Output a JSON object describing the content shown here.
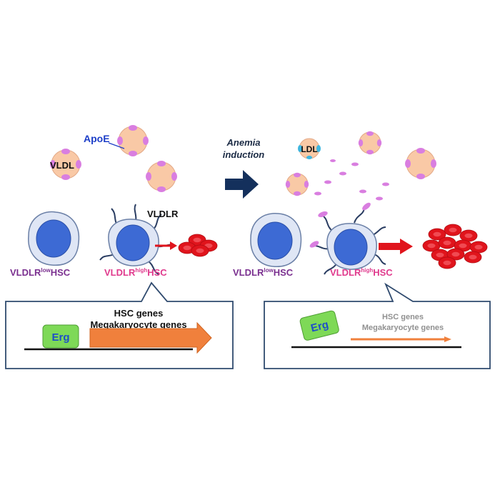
{
  "labels": {
    "apoe": "ApoE",
    "vldl": "VLDL",
    "ldl": "LDL",
    "anemia_line1": "Anemia",
    "anemia_line2": "induction",
    "vldlr": "VLDLR",
    "left_low_main": "VLDLR",
    "left_low_sup": "low",
    "left_low_tail": "HSC",
    "left_high_main": "VLDLR",
    "left_high_sup": "high",
    "left_high_tail": "HSC",
    "right_low_main": "VLDLR",
    "right_low_sup": "low",
    "right_low_tail": "HSC",
    "right_high_main": "VLDLR",
    "right_high_sup": "high",
    "right_high_tail": "HSC"
  },
  "panels": {
    "left": {
      "erg": "Erg",
      "genes_line1": "HSC genes",
      "genes_line2": "Megakaryocyte genes"
    },
    "right": {
      "erg": "Erg",
      "genes_line1": "HSC genes",
      "genes_line2": "Megakaryocyte genes"
    }
  },
  "colors": {
    "lipoprotein_fill": "#f9c9a6",
    "apoe_patch": "#d97ee0",
    "ldl_patch": "#3fb7e0",
    "cell_outer": "#dfe6f5",
    "cell_nucleus": "#3d6ad4",
    "rbc": "#e0141c",
    "arrow_red": "#e0141c",
    "arrow_navy": "#14305c",
    "vldlr_purple": "#7a2f8f",
    "vldlr_pink": "#e03a8d",
    "apoe_blue": "#1e3fc8",
    "erg_green": "#7ed957",
    "erg_blue": "#1e4ec8",
    "gene_arrow": "#f0803c",
    "panel_border": "#2f4a6e"
  }
}
